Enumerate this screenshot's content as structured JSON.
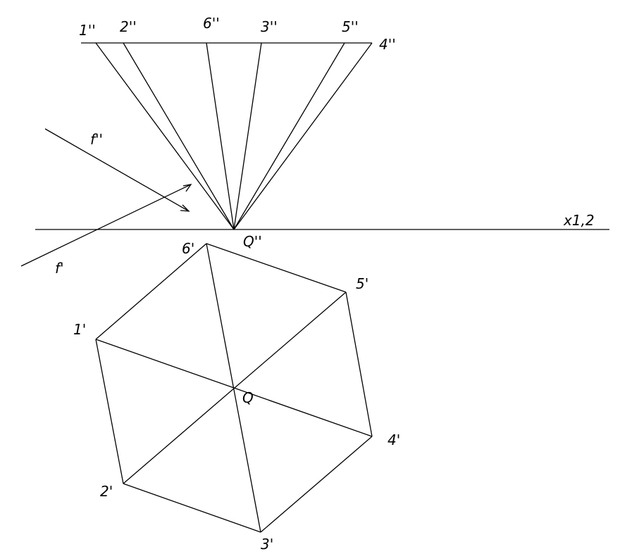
{
  "axis_label": "x1,2",
  "front_view": {
    "labels": [
      "1''",
      "2''",
      "6''",
      "3''",
      "5''",
      "4''"
    ],
    "apex_label": "Q''"
  },
  "top_view": {
    "labels": [
      "1'",
      "2'",
      "3'",
      "4'",
      "5'",
      "6'"
    ],
    "center_label": "Q"
  },
  "traces": {
    "front_trace_label": "f''",
    "top_trace_label": "f'"
  }
}
